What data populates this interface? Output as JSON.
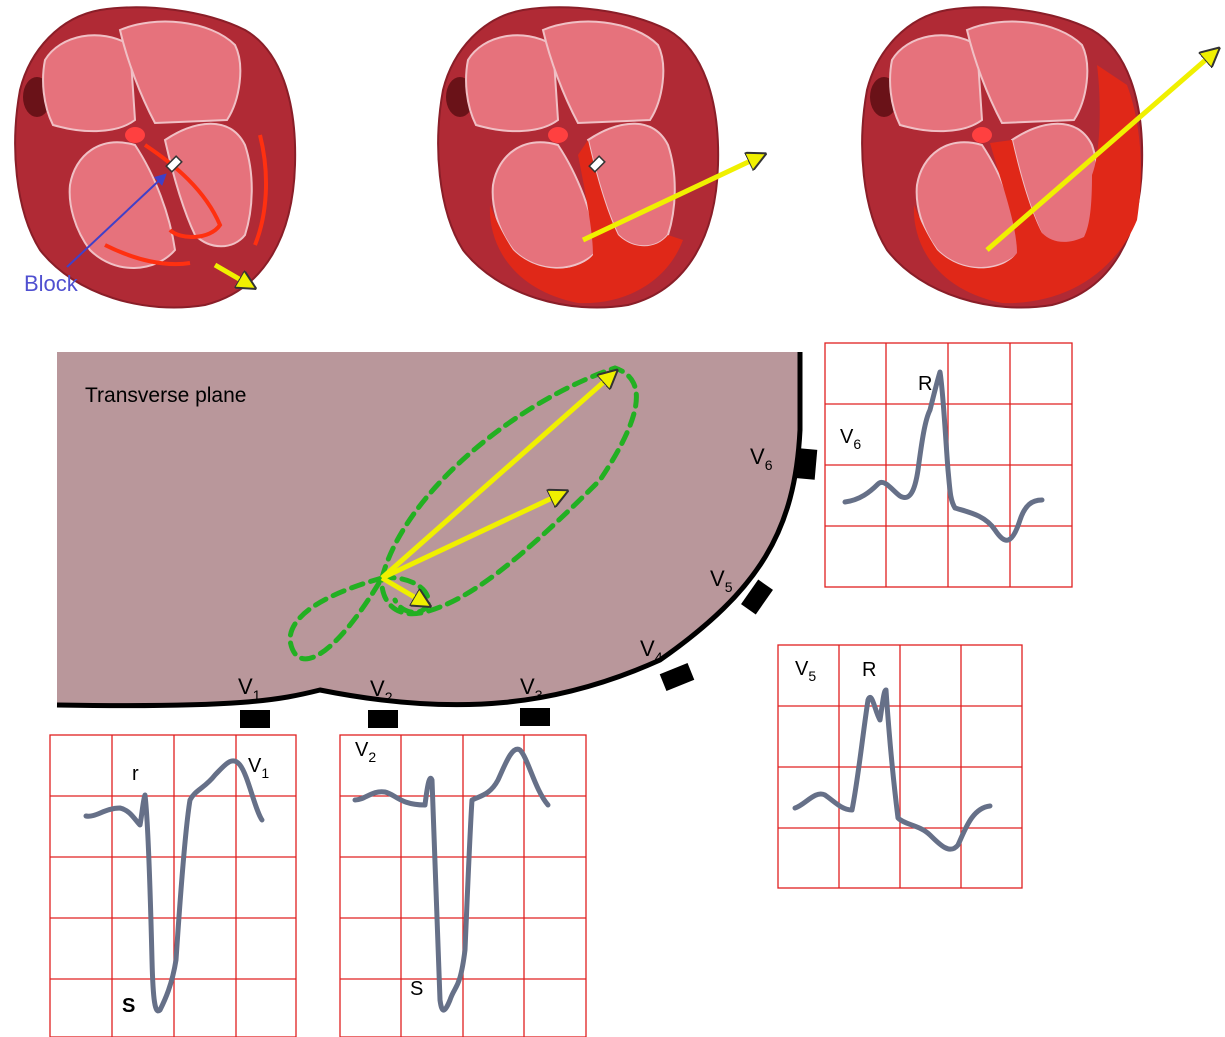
{
  "block_label": "Block",
  "plane_label": "Transverse plane",
  "leads": {
    "v1": {
      "base": "V",
      "sub": "1"
    },
    "v2": {
      "base": "V",
      "sub": "2"
    },
    "v3": {
      "base": "V",
      "sub": "3"
    },
    "v4": {
      "base": "V",
      "sub": "4"
    },
    "v5": {
      "base": "V",
      "sub": "5"
    },
    "v6": {
      "base": "V",
      "sub": "6"
    }
  },
  "wave_labels": {
    "small_r": "r",
    "big_r": "R",
    "s_bold": "S",
    "s": "S"
  },
  "colors": {
    "heart_dark": "#b02a35",
    "heart_wall": "#c0323d",
    "chamber": "#e6727c",
    "depolarized": "#e02818",
    "vector": "#f0f000",
    "loop": "#22b022",
    "grid": "#e02020",
    "trace": "#667088",
    "plane": "#b9979b",
    "block_label": "#5050d0"
  }
}
